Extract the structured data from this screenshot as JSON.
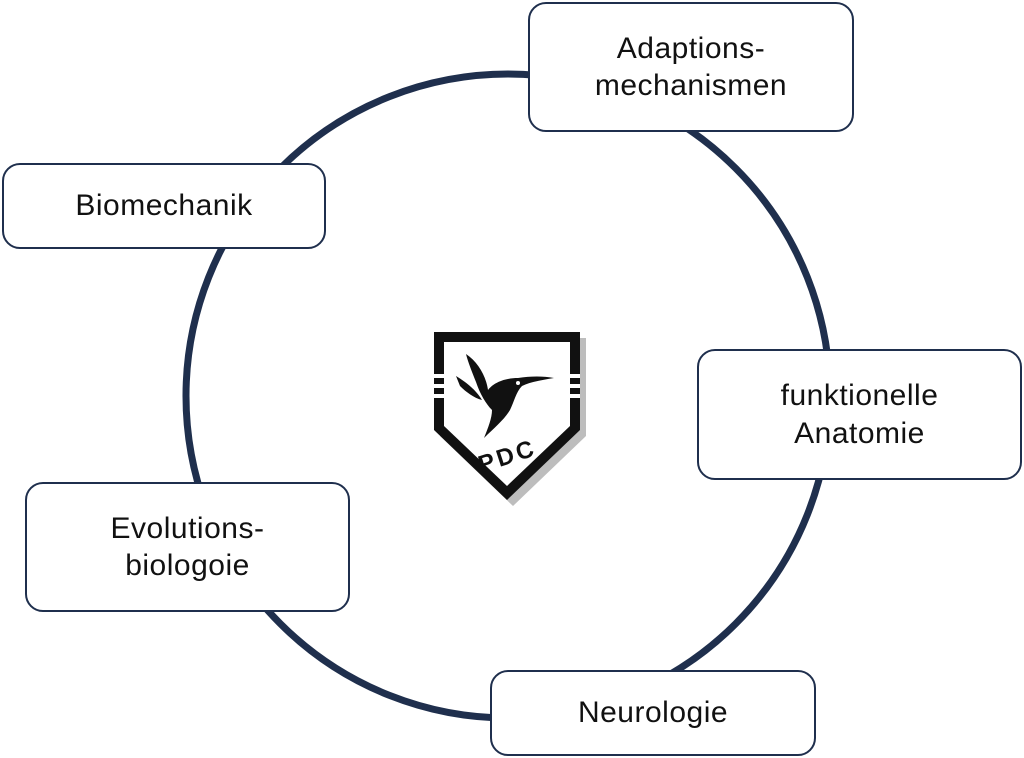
{
  "diagram": {
    "ring_color": "#1f2f4d",
    "nodes": [
      {
        "id": "adaptionsmechanismen",
        "lines": [
          "Adaptions-",
          "mechanismen"
        ]
      },
      {
        "id": "biomechanik",
        "lines": [
          "Biomechanik"
        ]
      },
      {
        "id": "funktionelle-anatomie",
        "lines": [
          "funktionelle",
          "Anatomie"
        ]
      },
      {
        "id": "evolutionsbiologie",
        "lines": [
          "Evolutions-",
          "biologoie"
        ]
      },
      {
        "id": "neurologie",
        "lines": [
          "Neurologie"
        ]
      }
    ],
    "logo": {
      "text": "PDC",
      "icon": "hummingbird-shield-icon"
    }
  }
}
